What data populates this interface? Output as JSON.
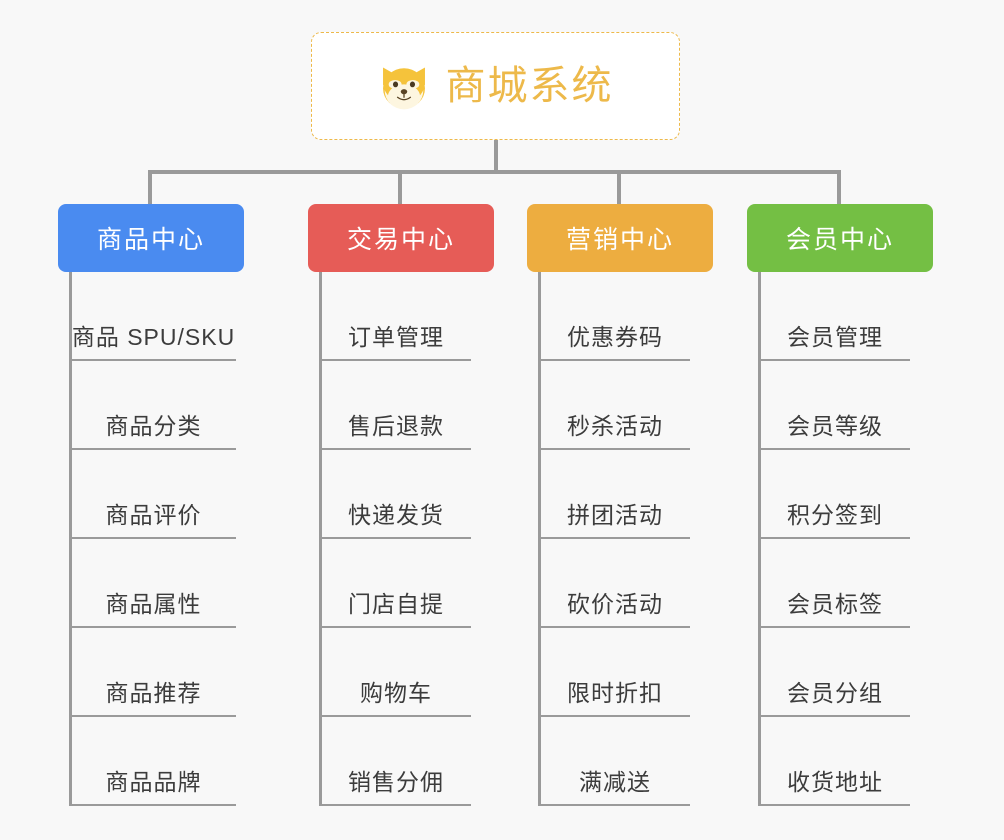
{
  "page": {
    "background_color": "#f8f8f8",
    "text_color": "#3c3c3c",
    "connector_color": "#9a9a9a"
  },
  "root": {
    "title": "商城系统",
    "icon": "dog-face-icon",
    "accent_color": "#edb94a",
    "border_style": "dashed",
    "background_color": "#ffffff"
  },
  "categories": [
    {
      "label": "商品中心",
      "color": "#4a8bf0",
      "items": [
        "商品 SPU/SKU",
        "商品分类",
        "商品评价",
        "商品属性",
        "商品推荐",
        "商品品牌"
      ]
    },
    {
      "label": "交易中心",
      "color": "#e65c57",
      "items": [
        "订单管理",
        "售后退款",
        "快递发货",
        "门店自提",
        "购物车",
        "销售分佣"
      ]
    },
    {
      "label": "营销中心",
      "color": "#edad40",
      "items": [
        "优惠券码",
        "秒杀活动",
        "拼团活动",
        "砍价活动",
        "限时折扣",
        "满减送"
      ]
    },
    {
      "label": "会员中心",
      "color": "#74bf44",
      "items": [
        "会员管理",
        "会员等级",
        "积分签到",
        "会员标签",
        "会员分组",
        "收货地址"
      ]
    }
  ]
}
